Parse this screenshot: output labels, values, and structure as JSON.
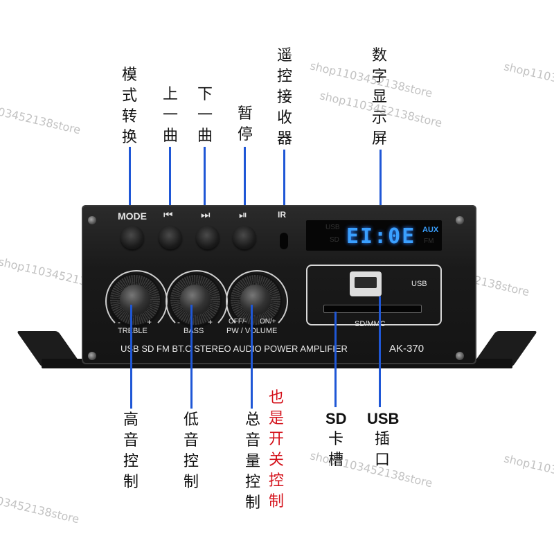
{
  "watermark": "shop1103452138store",
  "labels_top": {
    "mode": [
      "模",
      "式",
      "转",
      "换"
    ],
    "prev": [
      "上",
      "一",
      "曲"
    ],
    "next": [
      "下",
      "一",
      "曲"
    ],
    "pause": [
      "暂",
      "停"
    ],
    "remote": [
      "遥",
      "控",
      "接",
      "收",
      "器"
    ],
    "display": [
      "数",
      "字",
      "显",
      "示",
      "屏"
    ]
  },
  "labels_bottom": {
    "treble": [
      "高",
      "音",
      "控",
      "制"
    ],
    "bass": [
      "低",
      "音",
      "控",
      "制"
    ],
    "volume": [
      "总",
      "音",
      "量",
      "控",
      "制"
    ],
    "power_note": [
      "也",
      "是",
      "开",
      "关",
      "控",
      "制"
    ],
    "sd_title": "SD",
    "sd_chars": [
      "卡",
      "槽"
    ],
    "usb_title": "USB",
    "usb_chars": [
      "插",
      "口"
    ]
  },
  "panel": {
    "mode_label": "MODE",
    "prev_symbol": "⏮",
    "next_symbol": "⏭",
    "pause_symbol": "⏯",
    "ir_symbol": "IR",
    "display_text": "EI:0E",
    "aux_label": "AUX",
    "usb_indicator": "USB",
    "sd_indicator": "SD",
    "fm_indicator": "FM",
    "usb_label": "USB",
    "sdmmc_label": "SD/MMC",
    "treble_label": "TREBLE",
    "bass_label": "BASS",
    "volume_label": "PW / VOLUME",
    "off_label": "OFF/-",
    "on_label": "ON/+",
    "minus": "-",
    "plus": "+",
    "bottom_text": "USB SD FM BT.C STEREO AUDIO POWER AMPLIFIER",
    "model": "AK-370"
  },
  "colors": {
    "pointer": "#1f57d6",
    "red_note": "#d4121b",
    "display_blue": "#3aa0ff"
  }
}
